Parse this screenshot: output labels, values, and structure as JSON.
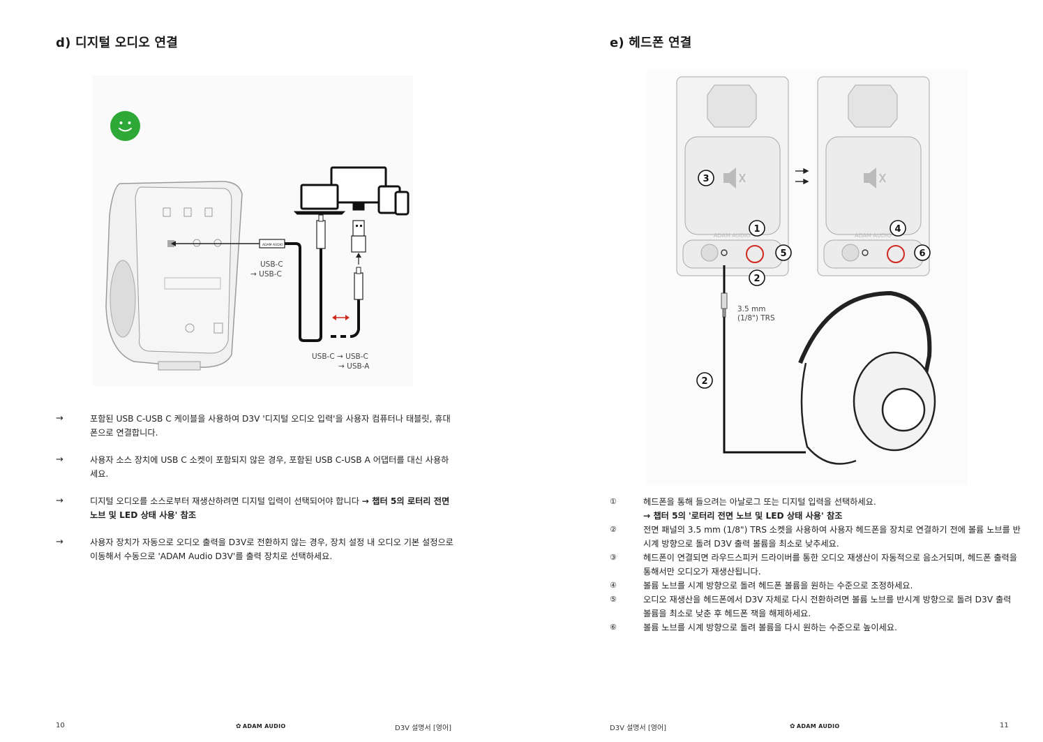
{
  "left": {
    "title": "d) 디지털 오디오 연결",
    "figure": {
      "label_usb_c_1": "USB-C",
      "label_usb_c_2": "→ USB-C",
      "label_bottom_1": "USB-C → USB-C",
      "label_bottom_2": "→ USB-A",
      "device_label": "ADAM AUDIO",
      "status_icon": "smiley-face-icon",
      "status_color": "#2ea836"
    },
    "bullets": [
      {
        "arrow": "→",
        "text": "포함된 USB C-USB C 케이블을 사용하여 D3V '디지털 오디오 입력'을 사용자 컴퓨터나 태블릿, 휴대폰으로 연결합니다."
      },
      {
        "arrow": "→",
        "text": "사용자 소스 장치에 USB C 소켓이 포함되지 않은 경우, 포함된 USB C-USB A 어댑터를 대신 사용하세요."
      },
      {
        "arrow": "→",
        "text": "디지털 오디오를 소스로부터 재생산하려면 디지털 입력이 선택되어야 합니다 ",
        "bold": "→ 챕터 5의 로터리 전면 노브 및 LED 상태 사용' 참조"
      },
      {
        "arrow": "→",
        "text": "사용자 장치가 자동으로 오디오 출력을 D3V로 전환하지 않는 경우, 장치 설정 내 오디오 기본 설정으로 이동해서 수동으로 'ADAM Audio D3V'를 출력 장치로 선택하세요."
      }
    ],
    "footer": {
      "page": "10",
      "logo": "ADAM AUDIO",
      "doc": "D3V 설명서 [영어]"
    }
  },
  "right": {
    "title": "e) 헤드폰 연결",
    "figure": {
      "callouts": [
        "3",
        "1",
        "5",
        "2",
        "4",
        "6",
        "2"
      ],
      "label_trs_1": "3.5 mm",
      "label_trs_2": "(1/8\") TRS",
      "brand_left": "ADAM AUDIO",
      "brand_right": "ADAM AUDIO"
    },
    "items": [
      {
        "mark": "①",
        "text": "헤드폰을 통해 들으려는 아날로그 또는 디지털 입력을 선택하세요.",
        "bold": "→ 챕터 5의 '로터리 전면 노브 및 LED 상태 사용' 참조"
      },
      {
        "mark": "②",
        "text": "전면 패널의 3.5 mm (1/8\") TRS 소켓을 사용하여 사용자 헤드폰을 장치로 연결하기 전에 볼륨 노브를 반시계 방향으로 돌려 D3V 출력 볼륨을 최소로 낮추세요."
      },
      {
        "mark": "③",
        "text": "헤드폰이 연결되면 라우드스피커 드라이버를 통한 오디오 재생산이 자동적으로 음소거되며, 헤드폰 출력을 통해서만 오디오가 재생산됩니다."
      },
      {
        "mark": "④",
        "text": "볼륨 노브를 시계 방향으로 돌려 헤드폰 볼륨을 원하는 수준으로 조정하세요."
      },
      {
        "mark": "⑤",
        "text": "오디오 재생산을 헤드폰에서 D3V 자체로 다시 전환하려면 볼륨 노브를 반시계 방향으로 돌려 D3V 출력 볼륨을 최소로 낮춘 후 헤드폰 잭을 해제하세요."
      },
      {
        "mark": "⑥",
        "text": "볼륨 노브를 시계 방향으로 돌려 볼륨을 다시 원하는 수준으로 높이세요."
      }
    ],
    "footer": {
      "doc": "D3V 설명서 [영어]",
      "logo": "ADAM AUDIO",
      "page": "11"
    }
  }
}
